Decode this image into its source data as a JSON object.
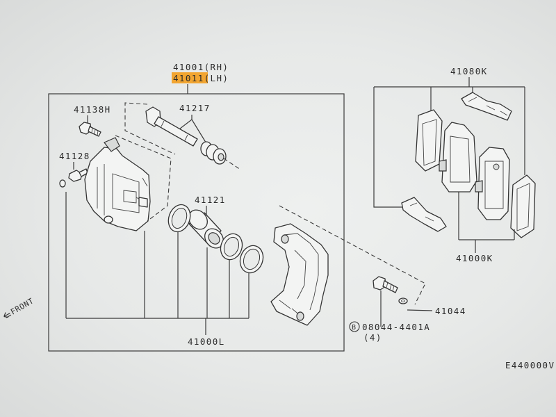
{
  "diagram": {
    "assembly_rh": "41001(RH)",
    "assembly_lh": "41011(LH)",
    "caliper_bolt": "41138H",
    "guide_pin_kit": "41217",
    "bleeder_screw": "41128",
    "piston": "41121",
    "pad_hardware_kit": "41080K",
    "pad_set": "41000K",
    "washer": "41044",
    "bolt_marker": "B",
    "bracket_bolt": "08044-4401A",
    "bracket_bolt_qty": "(4)",
    "seal_kit": "41000L",
    "front_label": "FRONT",
    "figure_code": "E440000V"
  },
  "colors": {
    "highlight": "#f2a531",
    "line": "#3a3a3a",
    "background": "#e9ebea"
  },
  "selected_part": "41011(LH)"
}
